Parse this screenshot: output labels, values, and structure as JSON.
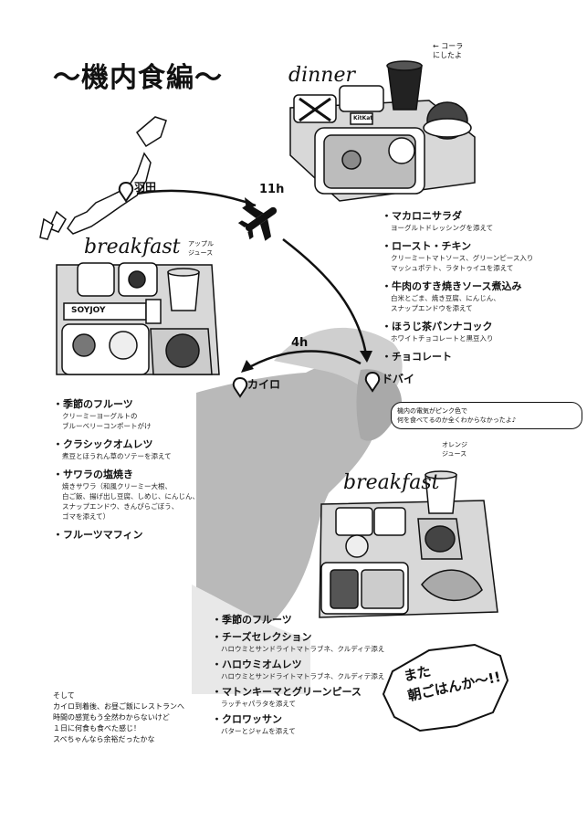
{
  "title": "〜機内食編〜",
  "labels": {
    "dinner": "dinner",
    "breakfast1": "breakfast",
    "breakfast2": "breakfast",
    "cola_note": "← コーラ\nにしたよ",
    "apple_juice": "アップル\nジュース",
    "orange_juice": "オレンジ\nジュース",
    "soyjoy": "SOYJOY",
    "kitkat": "KitKat"
  },
  "map": {
    "haneda": "羽田",
    "flight1_hours": "11h",
    "dubai": "ドバイ",
    "flight2_hours": "4h",
    "cairo": "カイロ"
  },
  "cabin_note": "機内の電気がピンク色で\n何を食べてるのか全くわからなかったよ♪",
  "dinner_menu": [
    {
      "name": "マカロニサラダ",
      "desc": "ヨーグルトドレッシングを添えて"
    },
    {
      "name": "ロースト・チキン",
      "desc": "クリーミートマトソース、グリーンピース入り\nマッシュポテト、ラタトゥイユを添えて"
    },
    {
      "name": "牛肉のすき焼きソース煮込み",
      "desc": "白米とごま、焼き豆腐、にんじん、\nスナップエンドウを添えて"
    },
    {
      "name": "ほうじ茶パンナコック",
      "desc": "ホワイトチョコレートと黒豆入り"
    },
    {
      "name": "チョコレート",
      "desc": ""
    }
  ],
  "breakfast1_menu": [
    {
      "name": "季節のフルーツ",
      "desc": "クリーミーヨーグルトの\nブルーベリーコンポートがけ"
    },
    {
      "name": "クラシックオムレツ",
      "desc": "煮豆とほうれん草のソテーを添えて"
    },
    {
      "name": "サワラの塩焼き",
      "desc": "焼きサワラ（和風クリーミー大根、\n白ご飯、揚げ出し豆腐、しめじ、にんじん、\nスナップエンドウ、きんぴらごぼう、\nゴマを添えて）"
    },
    {
      "name": "フルーツマフィン",
      "desc": ""
    }
  ],
  "breakfast2_menu": [
    {
      "name": "季節のフルーツ",
      "desc": ""
    },
    {
      "name": "チーズセレクション",
      "desc": "ハロウミとサンドライトマトラブネ、クルディテ添え"
    },
    {
      "name": "ハロウミオムレツ",
      "desc": "ハロウミとサンドライトマトラブネ、クルディテ添え"
    },
    {
      "name": "マトンキーマとグリーンピース",
      "desc": "ラッチャパラタを添えて"
    },
    {
      "name": "クロワッサン",
      "desc": "バターとジャムを添えて"
    }
  ],
  "again_bubble": "また\n朝ごはんか〜!!",
  "footer_note": "そして\nカイロ到着後、お昼ご飯にレストランへ\n時間の感覚もう全然わからないけど\n１日に何食も食べた感じ！\nスペちゃんなら余裕だったかな"
}
